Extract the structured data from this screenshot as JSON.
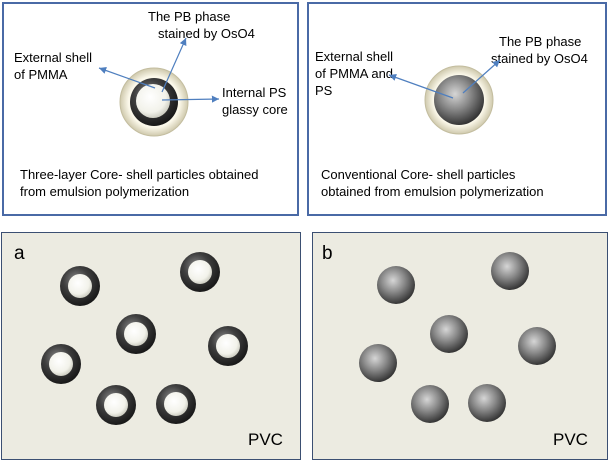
{
  "panel_left": {
    "label_outer_shell": [
      "External shell",
      "of PMMA"
    ],
    "label_pb_phase": [
      "The PB phase",
      "stained by OsO4"
    ],
    "label_inner_core": [
      "Internal PS",
      "glassy core"
    ],
    "caption": [
      "Three-layer Core- shell particles obtained",
      "from emulsion polymerization"
    ]
  },
  "panel_right": {
    "label_outer_shell": [
      "External shell",
      "of PMMA and",
      "PS"
    ],
    "label_pb_phase": [
      "The PB phase",
      "stained by OsO4"
    ],
    "caption": [
      "Conventional  Core- shell particles",
      "obtained from emulsion polymerization"
    ]
  },
  "panel_a": {
    "tag": "a",
    "matrix_label": "PVC"
  },
  "panel_b": {
    "tag": "b",
    "matrix_label": "PVC"
  },
  "colors": {
    "border_top": "#4a6aa6",
    "border_bottom": "#3b4f72",
    "matrix": "#ecebe1",
    "arrow": "#4f7fbf"
  }
}
